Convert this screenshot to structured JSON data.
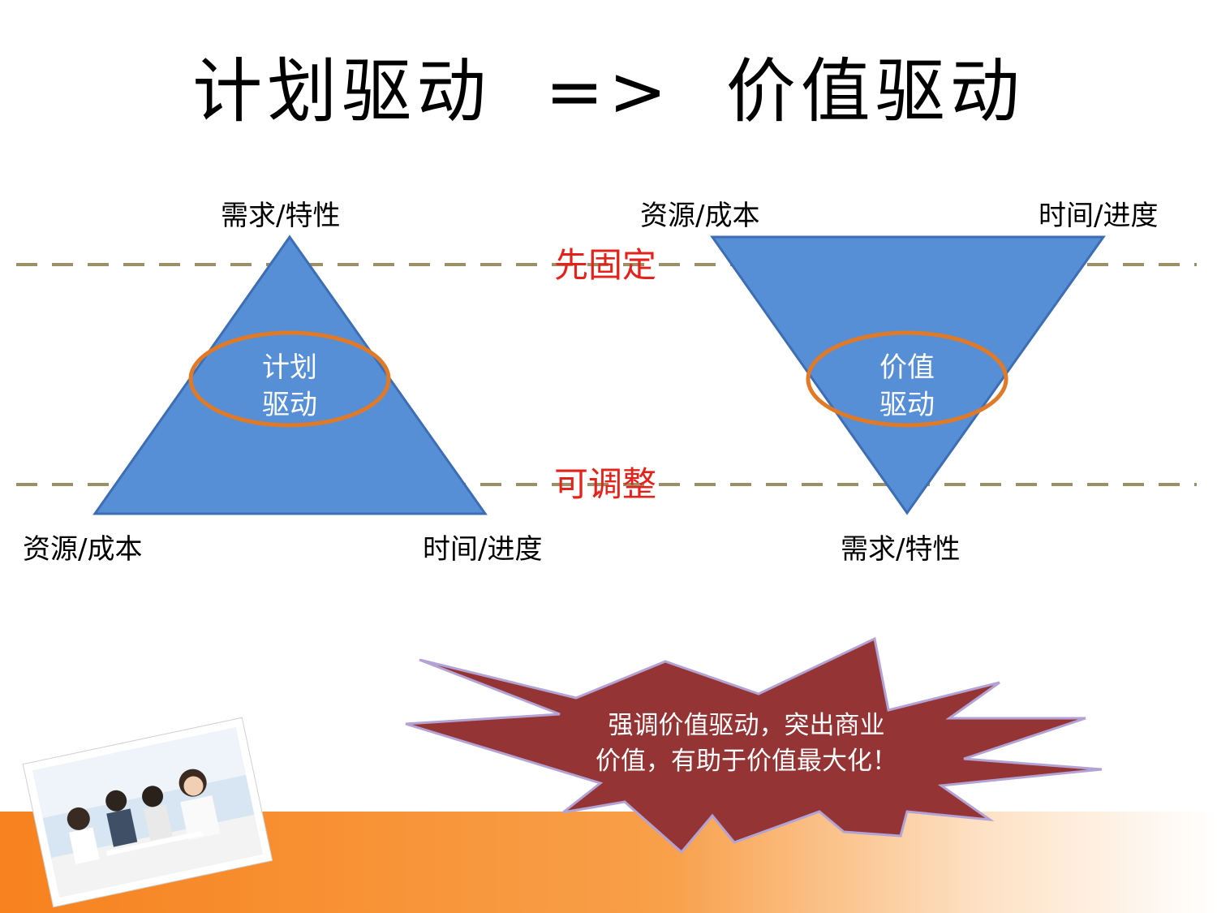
{
  "title": "计划驱动  =>  价值驱动",
  "zones": {
    "fixed": "先固定",
    "adjustable": "可调整"
  },
  "plan_triangle": {
    "top_label": "需求/特性",
    "bottom_left_label": "资源/成本",
    "bottom_right_label": "时间/进度",
    "center_line1": "计划",
    "center_line2": "驱动"
  },
  "value_triangle": {
    "top_left_label": "资源/成本",
    "top_right_label": "时间/进度",
    "bottom_label": "需求/特性",
    "center_line1": "价值",
    "center_line2": "驱动"
  },
  "callout": {
    "line1": "强调价值驱动，突出商业",
    "line2": "价值，有助于价值最大化！"
  },
  "colors": {
    "triangle_fill": "#578fd6",
    "triangle_stroke": "#3d6db3",
    "ellipse_stroke": "#e07a26",
    "dashed_line": "#9b9068",
    "zone_label": "#e3231b",
    "burst_fill": "#943434",
    "burst_stroke": "#b3a2d4",
    "footer_band": "#f57e1c"
  }
}
